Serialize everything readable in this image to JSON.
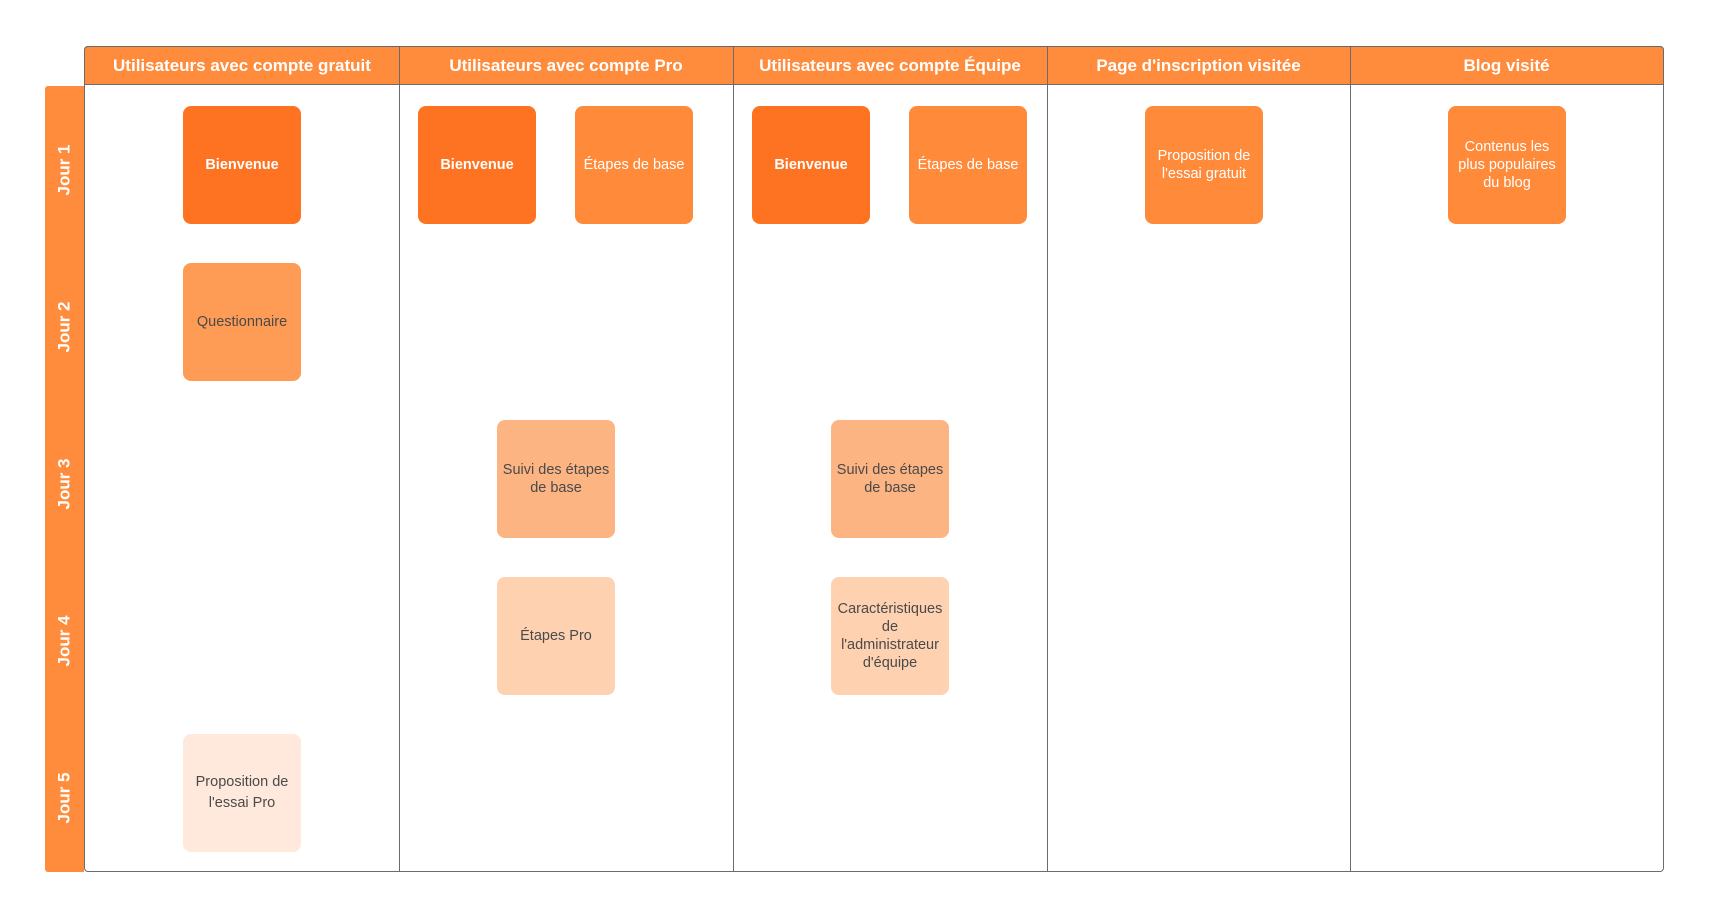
{
  "columns": [
    "Utilisateurs avec compte gratuit",
    "Utilisateurs avec compte Pro",
    "Utilisateurs avec compte Équipe",
    "Page d'inscription visitée",
    "Blog visité"
  ],
  "rows": [
    "Jour 1",
    "Jour 2",
    "Jour 3",
    "Jour 4",
    "Jour 5"
  ],
  "cards": {
    "free_day1": "Bienvenue",
    "free_day2": "Questionnaire",
    "free_day5": "Proposition de l'essai Pro",
    "pro_day1_welcome": "Bienvenue",
    "pro_day1_steps": "Étapes de base",
    "pro_day3": "Suivi des étapes de base",
    "pro_day4": "Étapes Pro",
    "team_day1_welcome": "Bienvenue",
    "team_day1_steps": "Étapes de base",
    "team_day3": "Suivi des étapes de base",
    "team_day4": "Caractéristiques de l'administrateur d'équipe",
    "signup_day1": "Proposition de l'essai gratuit",
    "blog_day1": "Contenus les plus populaires du blog"
  },
  "colors": {
    "header": "#ff8c3c",
    "card_strong": "#fe7322",
    "card_medium": "#fe8a3a",
    "card_soft": "#fe9c55",
    "card_light": "#fdb483",
    "card_pale": "#fed1b1",
    "card_faint": "#fee9dc",
    "border": "#6b6b6b"
  }
}
